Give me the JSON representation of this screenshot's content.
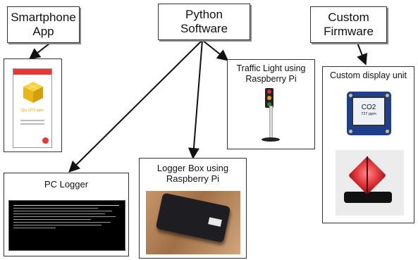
{
  "nodes": {
    "smartphone_app": "Smartphone\nApp",
    "python_software": "Python\nSoftware",
    "custom_firmware": "Custom\nFirmware"
  },
  "panels": {
    "traffic_light": "Traffic Light using\nRaspberry Pi",
    "custom_display": "Custom display unit",
    "pc_logger": "PC Logger",
    "logger_box": "Logger Box using\nRaspberry Pi"
  },
  "phone_screen": {
    "reading": "Qty 1271 ppm"
  },
  "display_screen": {
    "line1": "CO2",
    "line2": "727 ppm"
  },
  "colors": {
    "app_bar": "#e53935",
    "pcb": "#1e3f8c",
    "cube_glow": "#e0333a"
  }
}
